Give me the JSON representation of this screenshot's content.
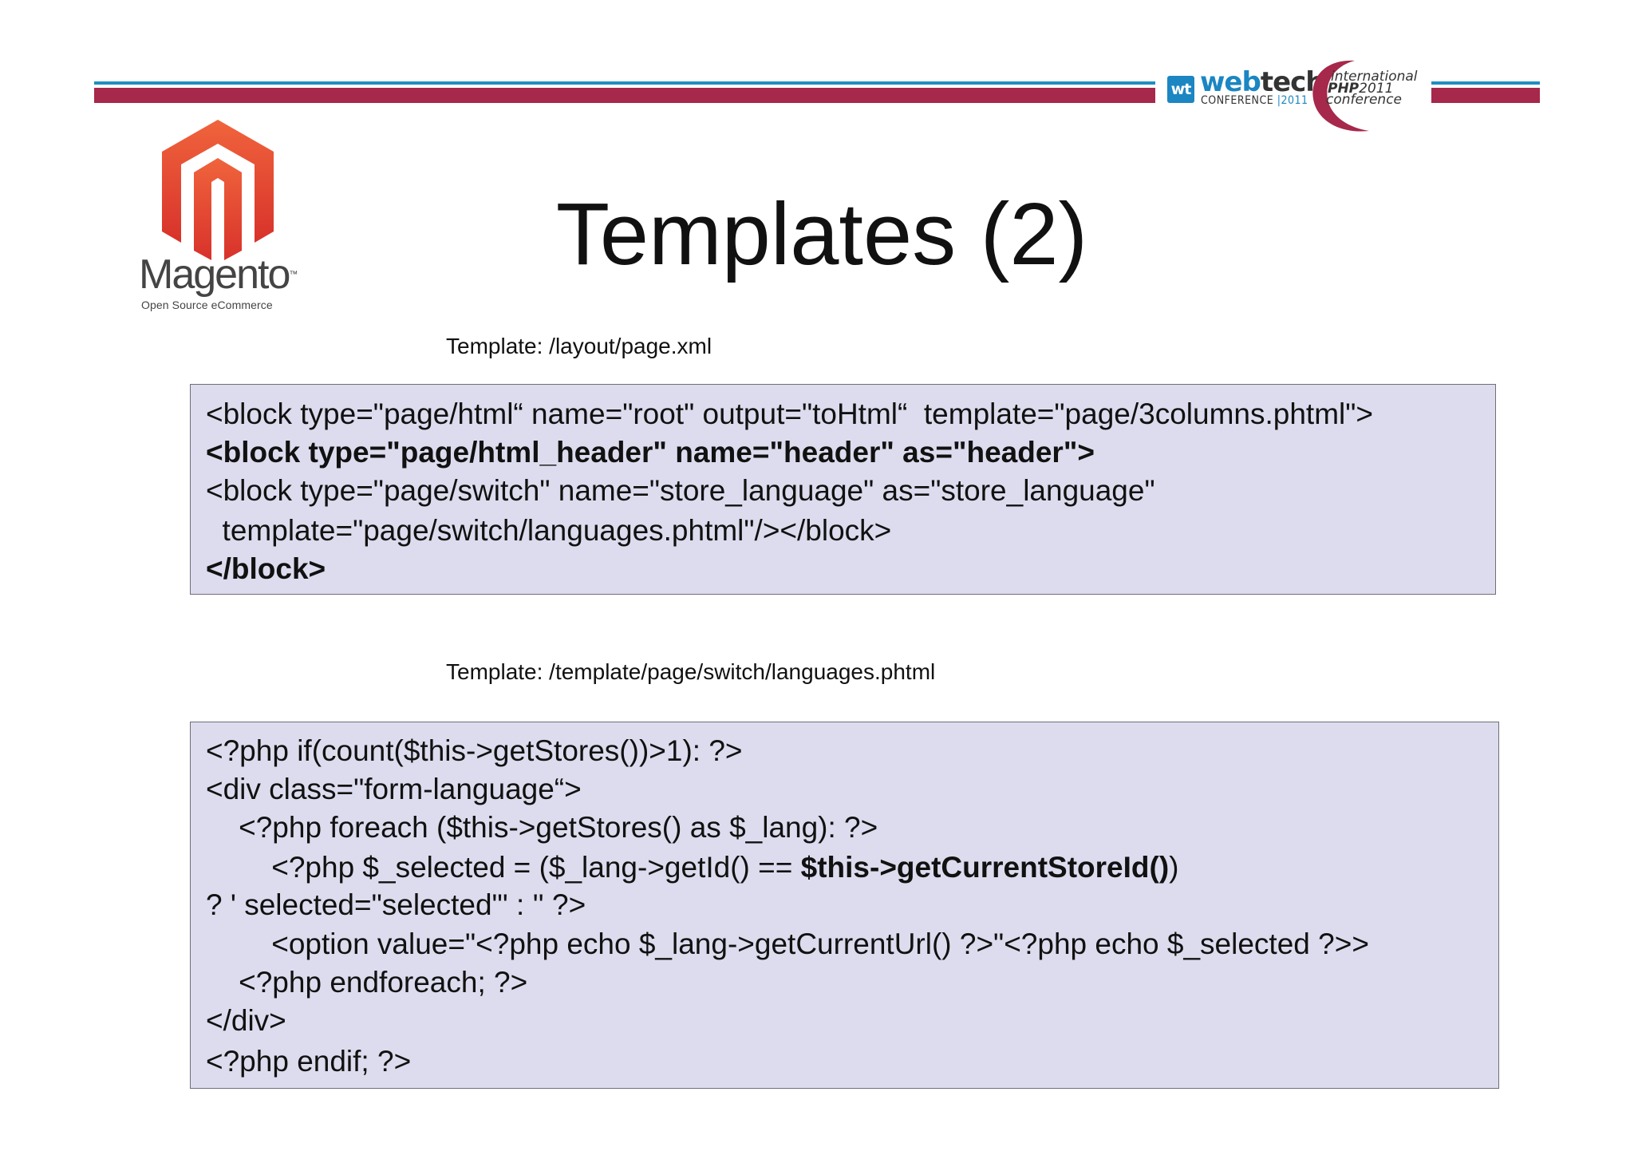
{
  "header": {
    "conference": {
      "webtech_word_part1": "web",
      "webtech_word_part2": "tech",
      "webtech_mark": "wt",
      "webtech_sub_label": "CONFERENCE",
      "webtech_sub_sep": "|",
      "webtech_year": "2011",
      "php_line1": "international",
      "php_line2_bold": "PHP",
      "php_line2_year": "2011",
      "php_line3": "conference"
    },
    "colors": {
      "accent_blue": "#1f8fc0",
      "accent_red": "#a6284a",
      "code_box_bg": "#dcdcee"
    }
  },
  "logo": {
    "name": "Magento",
    "tagline": "Open Source eCommerce",
    "trademark": "™"
  },
  "slide": {
    "title": "Templates (2)"
  },
  "section1": {
    "caption": "Template: /layout/page.xml",
    "lines": {
      "l1": "<block type=\"page/html“ name=\"root\" output=\"toHtml“  template=\"page/3columns.phtml\">",
      "l2": "<block type=\"page/html_header\" name=\"header\" as=\"header\">",
      "l3": "<block type=\"page/switch\" name=\"store_language\" as=\"store_language\"",
      "l4": "  template=\"page/switch/languages.phtml\"/></block>",
      "l5": "</block>"
    }
  },
  "section2": {
    "caption": "Template: /template/page/switch/languages.phtml",
    "lines": {
      "l1": "<?php if(count($this->getStores())>1): ?>",
      "l2": "<div class=\"form-language“>",
      "l3": "    <?php foreach ($this->getStores() as $_lang): ?>",
      "l4_start": "        <?php $_selected = ($_lang->getId() == ",
      "l4_bold": "$this->getCurrentStoreId()",
      "l4_end": ")",
      "l5": "? ' selected=\"selected\"' : '' ?>",
      "l6": "        <option value=\"<?php echo $_lang->getCurrentUrl() ?>\"<?php echo $_selected ?>>",
      "l7": "    <?php endforeach; ?>",
      "l8": "</div>",
      "l9": "<?php endif; ?>"
    }
  }
}
